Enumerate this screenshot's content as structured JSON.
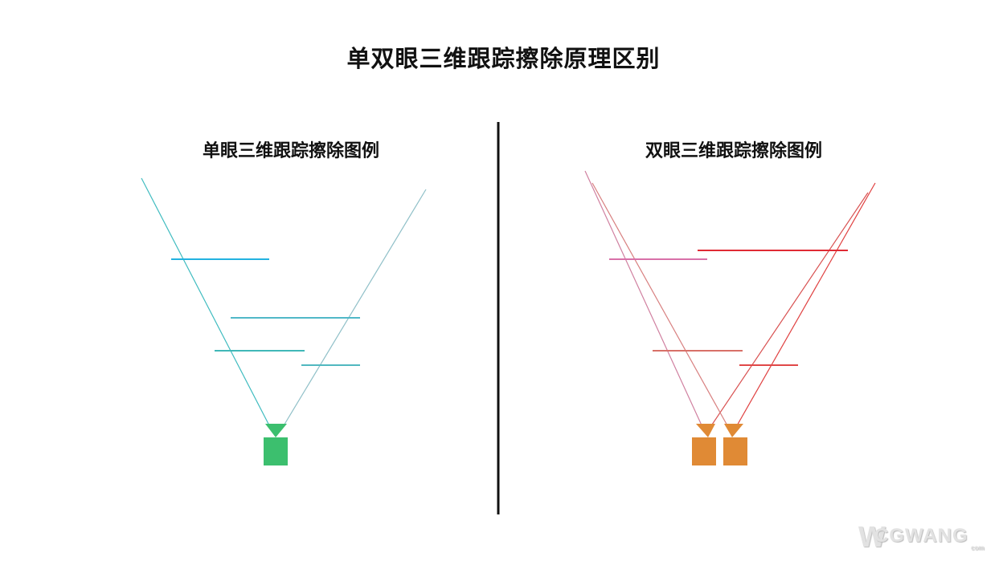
{
  "title": "单双眼三维跟踪擦除原理区别",
  "left_panel": {
    "label": "单眼三维跟踪擦除图例",
    "colors": {
      "lines": "#2ab8d8",
      "rays": "#4cc0a0",
      "camera": "#3cbf6e"
    }
  },
  "right_panel": {
    "label": "双眼三维跟踪擦除图例",
    "colors": {
      "lines": "#e0303a",
      "rays": "#d8504a",
      "camera": "#e08a35"
    }
  },
  "watermark": {
    "logo": "W",
    "brand": "CGWANG",
    "domain": "com"
  }
}
